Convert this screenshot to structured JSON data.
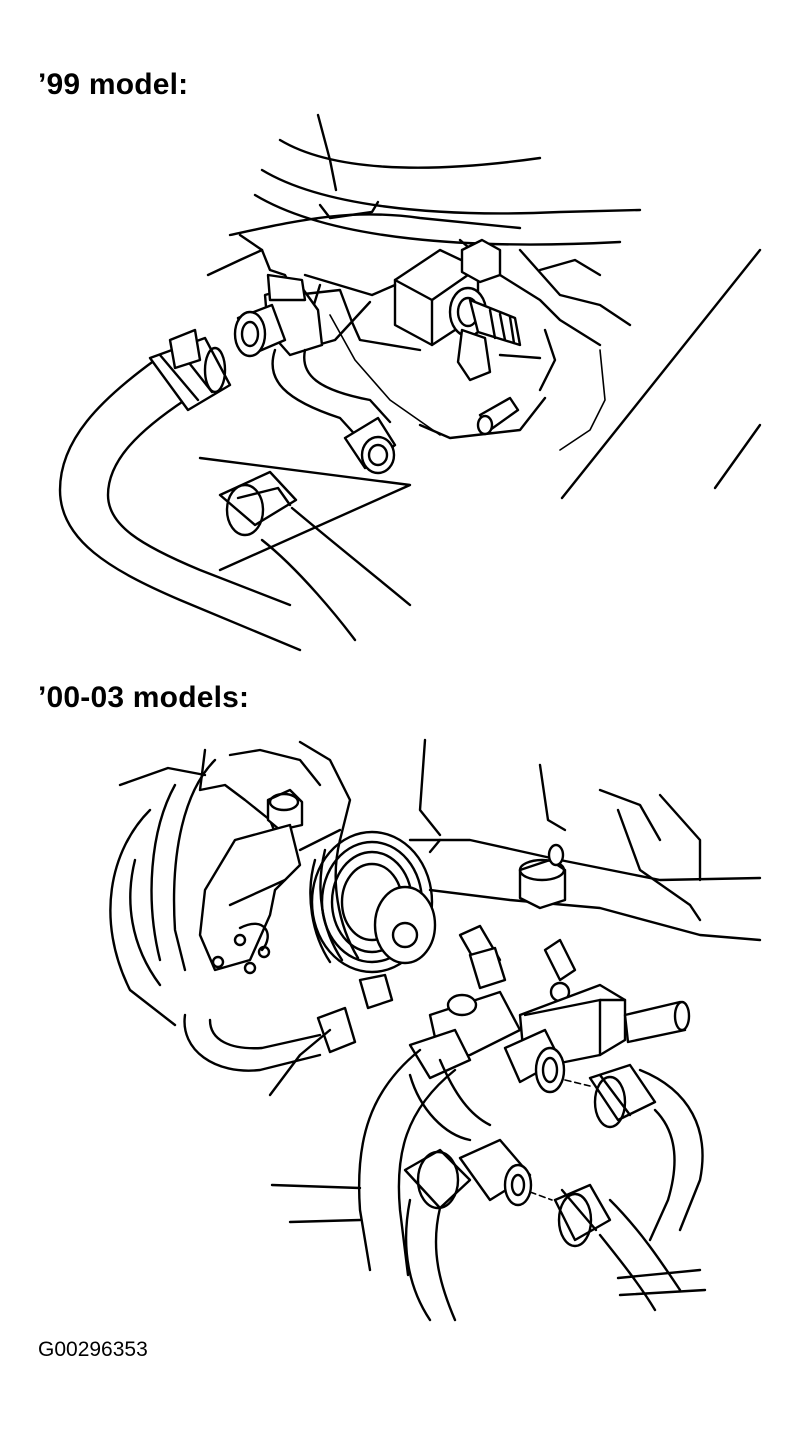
{
  "figures": [
    {
      "heading": "’99 model:"
    },
    {
      "heading": "’00-03 models:"
    }
  ],
  "figure_code": "G00296353"
}
